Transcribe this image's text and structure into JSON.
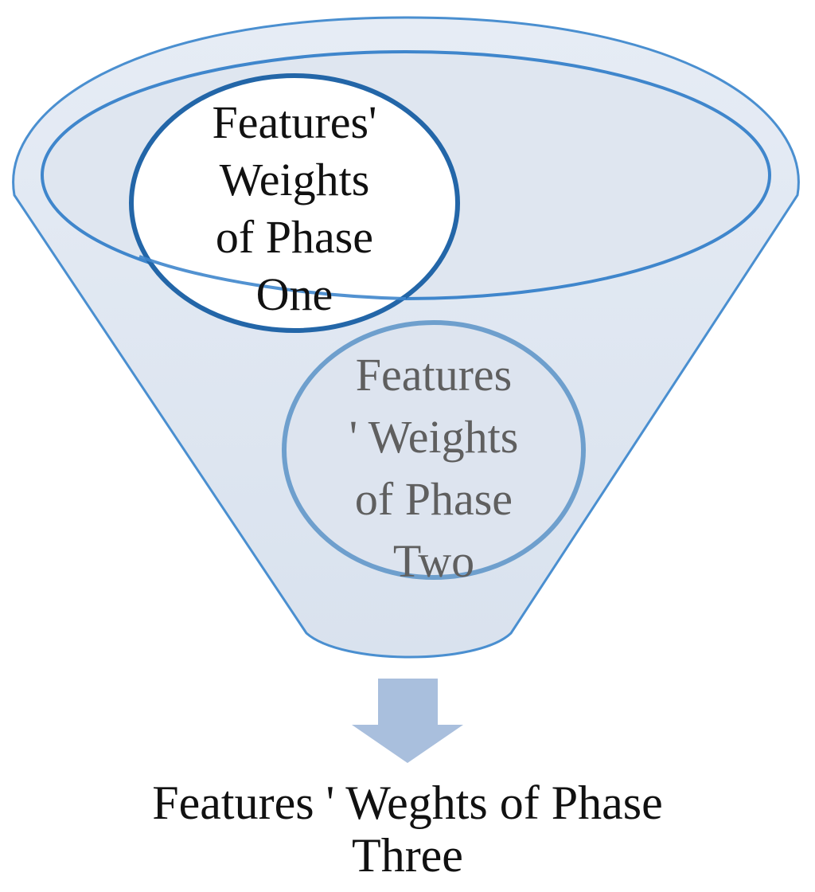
{
  "phase_one": {
    "line1": "Features'",
    "line2": "Weights",
    "line3": "of Phase",
    "line4": "One"
  },
  "phase_two": {
    "line1": "Features",
    "line2": "' Weights",
    "line3": "of Phase",
    "line4": "Two"
  },
  "phase_three": {
    "line1": "Features ' Weghts of Phase",
    "line2": "Three"
  },
  "colors": {
    "funnel_fill": "#dde5f0",
    "funnel_stroke": "#4a8fd0",
    "circle_one_stroke": "#2366a8",
    "circle_two_stroke": "#6e9fcd",
    "arrow_fill": "#a9bfdd"
  }
}
